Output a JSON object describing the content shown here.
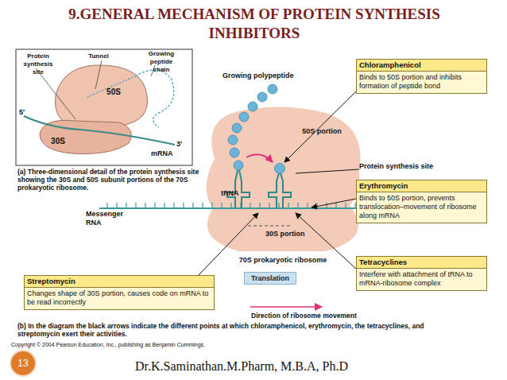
{
  "diagram": {
    "title": "9.GENERAL MECHANISM OF PROTEIN SYNTHESIS INHIBITORS",
    "nodes": [
      {
        "text": [
          "Chloramphenicol",
          "Binds to 50S portion and inhibits formation of peptide bond"
        ]
      },
      {
        "text": [
          "Erythromycin",
          "Binds to 50S portion, prevents translocation–movement of ribosome along mRNA"
        ]
      },
      {
        "text": [
          "Tetracyclines",
          "Interfere with attachment of tRNA to mRNA-ribosome complex"
        ]
      },
      {
        "text": [
          "Streptomycin",
          "Changes shape of 30S portion, causes code on mRNA to be read incorrectly"
        ]
      },
      {
        "text": [
          "Translation"
        ]
      },
      {
        "text": [
          "13"
        ]
      }
    ],
    "labels": [
      "Protein synthesis site",
      "Tunnel",
      "Growing peptide chain",
      "50S",
      "30S",
      "5′",
      "3′",
      "mRNA",
      "(a) Three-dimensional detail of the protein synthesis site showing the 30S and 50S subunit portions of the 70S prokaryotic ribosome.",
      "Growing polypeptide",
      "50S portion",
      "Protein synthesis site",
      "tRNA",
      "Messenger RNA",
      "30S portion",
      "70S prokaryotic ribosome",
      "Direction of ribosome movement",
      "(b) In the diagram the black arrows indicate the different points at which chloramphenicol, erythromycin, the tetracyclines, and streptomycin exert their activities.",
      "Copyright © 2004 Pearson Education, Inc., publishing as Benjamin Cummings.",
      "Dr.K.Saminathan.M.Pharm, M.B.A, Ph.D"
    ]
  }
}
